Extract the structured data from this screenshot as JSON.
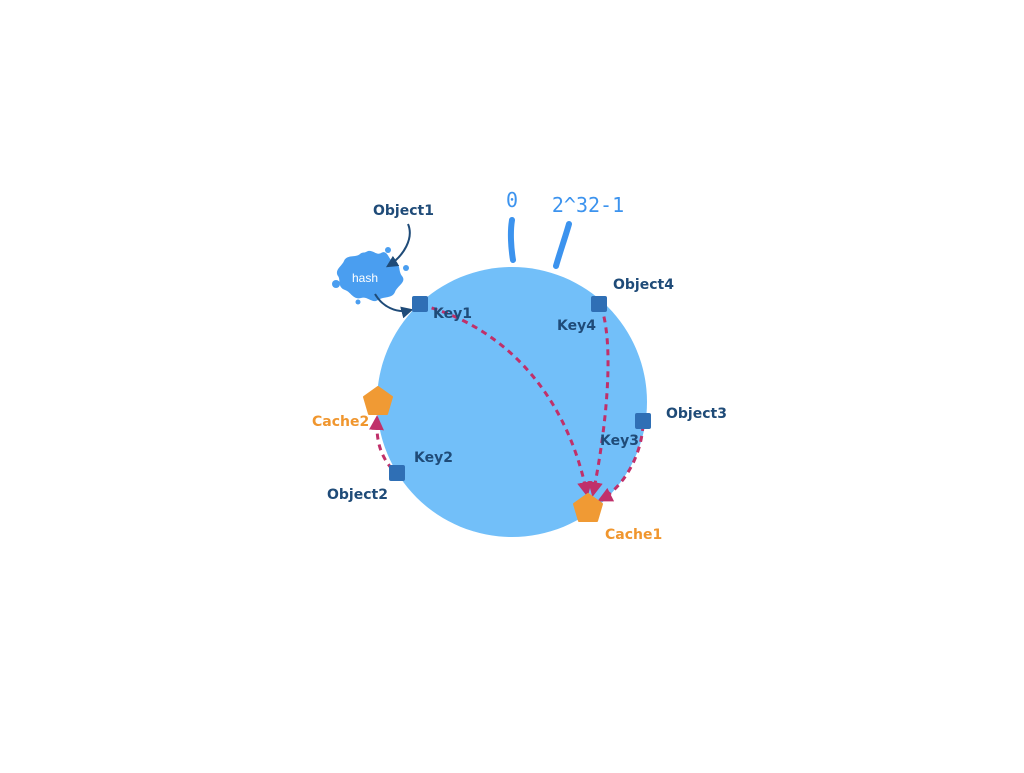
{
  "diagram": {
    "ring_start_label": "0",
    "ring_end_label": "2^32-1",
    "hash_label": "hash",
    "objects": [
      {
        "label": "Object1"
      },
      {
        "label": "Object2"
      },
      {
        "label": "Object3"
      },
      {
        "label": "Object4"
      }
    ],
    "keys": [
      {
        "label": "Key1"
      },
      {
        "label": "Key2"
      },
      {
        "label": "Key3"
      },
      {
        "label": "Key4"
      }
    ],
    "caches": [
      {
        "label": "Cache1"
      },
      {
        "label": "Cache2"
      }
    ],
    "colors": {
      "ring": "#72bff9",
      "key_node": "#2f6fb5",
      "cache_node": "#f09a34",
      "mapping_arrow": "#c0306a",
      "hash_arrow": "#1f4b78",
      "hash_splat": "#4a9ef0"
    }
  }
}
